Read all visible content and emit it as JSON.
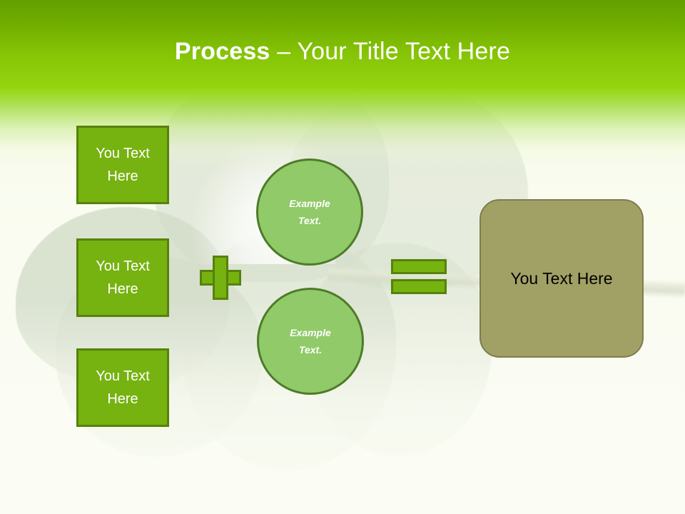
{
  "slide": {
    "title": {
      "bold_part": "Process",
      "rest_part": " – Your Title Text Here"
    }
  },
  "inputs": [
    {
      "text": "You Text Here",
      "line1": "You Text",
      "line2": "Here"
    },
    {
      "text": "You Text Here",
      "line1": "You Text",
      "line2": "Here"
    },
    {
      "text": "You Text Here",
      "line1": "You Text",
      "line2": "Here"
    }
  ],
  "circles": [
    {
      "text": "Example Text.",
      "line1": "Example",
      "line2": "Text."
    },
    {
      "text": "Example Text.",
      "line1": "Example",
      "line2": "Text."
    }
  ],
  "operators": {
    "plus": "+",
    "equals": "="
  },
  "result": {
    "text": "You Text Here"
  },
  "colors": {
    "header_top": "#63a000",
    "header_bottom": "#94d510",
    "box_fill": "#76b210",
    "box_border": "#56820b",
    "circle_fill": "#90ca69",
    "circle_border": "#4e7b28",
    "result_fill": "#a1a166",
    "result_border": "#7d7d4e",
    "slide_background": "#fbfdf3",
    "title_text": "#ffffff",
    "result_text": "#000000"
  }
}
